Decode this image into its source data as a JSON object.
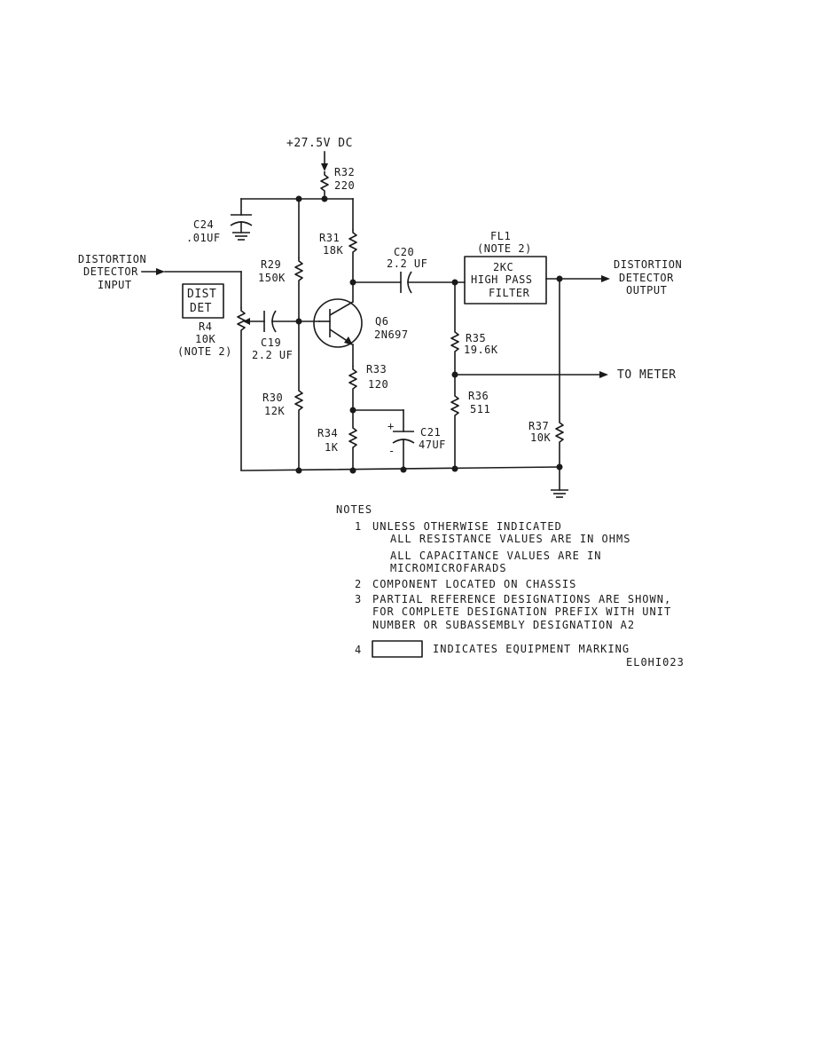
{
  "supply": {
    "label": "+27.5V DC"
  },
  "components": {
    "r32": {
      "ref": "R32",
      "value": "220"
    },
    "c24": {
      "ref": "C24",
      "value": ".01UF"
    },
    "r31": {
      "ref": "R31",
      "value": "18K"
    },
    "r29": {
      "ref": "R29",
      "value": "150K"
    },
    "c20": {
      "ref": "C20",
      "value": "2.2 UF"
    },
    "fl1": {
      "ref": "FL1",
      "note": "(NOTE 2)",
      "line1": "2KC",
      "line2": "HIGH PASS",
      "line3": "FILTER"
    },
    "dist_det": {
      "line1": "DIST",
      "line2": "DET"
    },
    "r4": {
      "ref": "R4",
      "value": "10K",
      "note": "(NOTE 2)"
    },
    "c19": {
      "ref": "C19",
      "value": "2.2 UF"
    },
    "q6": {
      "ref": "Q6",
      "value": "2N697"
    },
    "r35": {
      "ref": "R35",
      "value": "19.6K"
    },
    "r33": {
      "ref": "R33",
      "value": "120"
    },
    "r30": {
      "ref": "R30",
      "value": "12K"
    },
    "r36": {
      "ref": "R36",
      "value": "511"
    },
    "r37": {
      "ref": "R37",
      "value": "10K"
    },
    "r34": {
      "ref": "R34",
      "value": "1K"
    },
    "c21": {
      "ref": "C21",
      "value": "47UF",
      "plus": "+",
      "minus": "-"
    }
  },
  "io": {
    "input": {
      "line1": "DISTORTION",
      "line2": "DETECTOR",
      "line3": "INPUT"
    },
    "output": {
      "line1": "DISTORTION",
      "line2": "DETECTOR",
      "line3": "OUTPUT"
    },
    "meter": "TO METER"
  },
  "notes": {
    "title": "NOTES",
    "n1_num": "1",
    "n1_line1": "UNLESS OTHERWISE INDICATED",
    "n1_line2": "ALL RESISTANCE VALUES ARE IN OHMS",
    "n1_line3": "ALL CAPACITANCE VALUES ARE IN",
    "n1_line4": "MICROMICROFARADS",
    "n2_num": "2",
    "n2_text": "COMPONENT LOCATED ON CHASSIS",
    "n3_num": "3",
    "n3_line1": "PARTIAL REFERENCE DESIGNATIONS ARE SHOWN,",
    "n3_line2": "FOR COMPLETE DESIGNATION PREFIX WITH UNIT",
    "n3_line3": "NUMBER OR SUBASSEMBLY DESIGNATION A2",
    "n4_num": "4",
    "n4_text": "INDICATES EQUIPMENT MARKING"
  },
  "figure_id": "EL0HI023"
}
